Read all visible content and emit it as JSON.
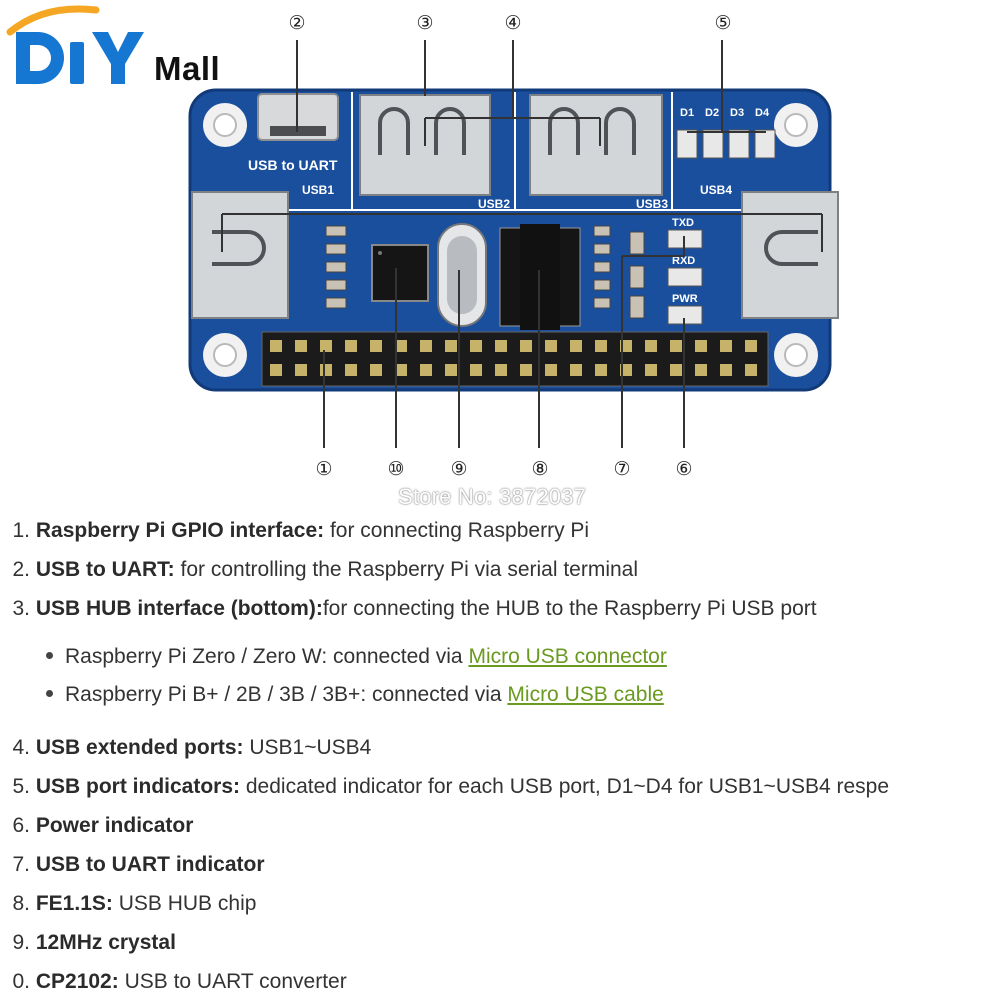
{
  "logo": {
    "text_diy": "DIY",
    "text_mall": "Mall",
    "colors": {
      "diy": "#1677d2",
      "swoosh": "#f5a623",
      "mall": "#111111"
    }
  },
  "diagram": {
    "board_labels": {
      "usb_uart": "USB to UART",
      "usb1": "USB1",
      "usb2": "USB2",
      "usb3": "USB3",
      "usb4": "USB4",
      "d1": "D1",
      "d2": "D2",
      "d3": "D3",
      "d4": "D4",
      "txd": "TXD",
      "rxd": "RXD",
      "pwr": "PWR"
    },
    "callouts": [
      "①",
      "②",
      "③",
      "④",
      "⑤",
      "⑥",
      "⑦",
      "⑧",
      "⑨",
      "⑩"
    ],
    "colors": {
      "pcb": "#1a4f9e",
      "pcb_dark": "#123a78",
      "metal": "#d9dcdf",
      "chip": "#151515"
    }
  },
  "store": {
    "text": "Store No: 3872037"
  },
  "features": [
    {
      "num": "1.",
      "title": "Raspberry Pi GPIO interface:",
      "desc": " for connecting Raspberry Pi"
    },
    {
      "num": "2.",
      "title": "USB to UART:",
      "desc": " for controlling the Raspberry Pi via serial terminal"
    },
    {
      "num": "3.",
      "title": "USB HUB interface (bottom):",
      "desc": "for connecting the HUB to the Raspberry Pi USB port",
      "sub": [
        {
          "text": "Raspberry Pi Zero / Zero W: connected via ",
          "link": "Micro USB connector"
        },
        {
          "text": "Raspberry Pi B+ / 2B / 3B / 3B+: connected via ",
          "link": "Micro USB cable"
        }
      ]
    },
    {
      "num": "4.",
      "title": "USB extended ports:",
      "desc": " USB1~USB4"
    },
    {
      "num": "5.",
      "title": "USB port indicators:",
      "desc": " dedicated indicator for each USB port, D1~D4 for USB1~USB4 respe"
    },
    {
      "num": "6.",
      "title": "Power indicator",
      "desc": ""
    },
    {
      "num": "7.",
      "title": "USB to UART indicator",
      "desc": ""
    },
    {
      "num": "8.",
      "title": "FE1.1S:",
      "desc": " USB HUB chip"
    },
    {
      "num": "9.",
      "title": "12MHz crystal",
      "desc": ""
    },
    {
      "num": "0.",
      "title": "CP2102:",
      "desc": " USB to UART converter"
    }
  ]
}
